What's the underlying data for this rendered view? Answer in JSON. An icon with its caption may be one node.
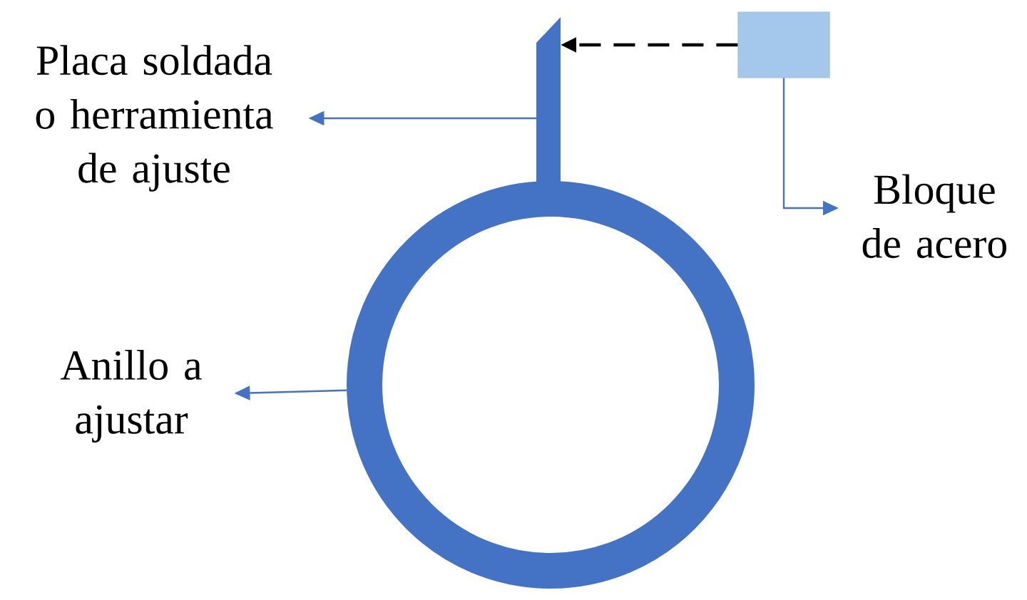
{
  "diagram": {
    "nodes": [
      {
        "text": [],
        "shape": "bar"
      },
      {
        "text": [],
        "shape": "circle"
      },
      {
        "text": [],
        "shape": "box"
      },
      {
        "text": [
          "Placa soldada o herramienta de ajuste"
        ]
      },
      {
        "text": [
          "Anillo a ajustar"
        ]
      },
      {
        "text": [
          "Bloque de acero"
        ]
      }
    ],
    "edges": [
      {
        "from": 2,
        "to": 0,
        "arrow": "to",
        "style": "dashed",
        "color": "#000000"
      },
      {
        "from": 0,
        "to": 3,
        "arrow": "to"
      },
      {
        "from": 1,
        "to": 4,
        "arrow": "to"
      },
      {
        "from": 2,
        "to": 5,
        "arrow": "to"
      }
    ]
  }
}
